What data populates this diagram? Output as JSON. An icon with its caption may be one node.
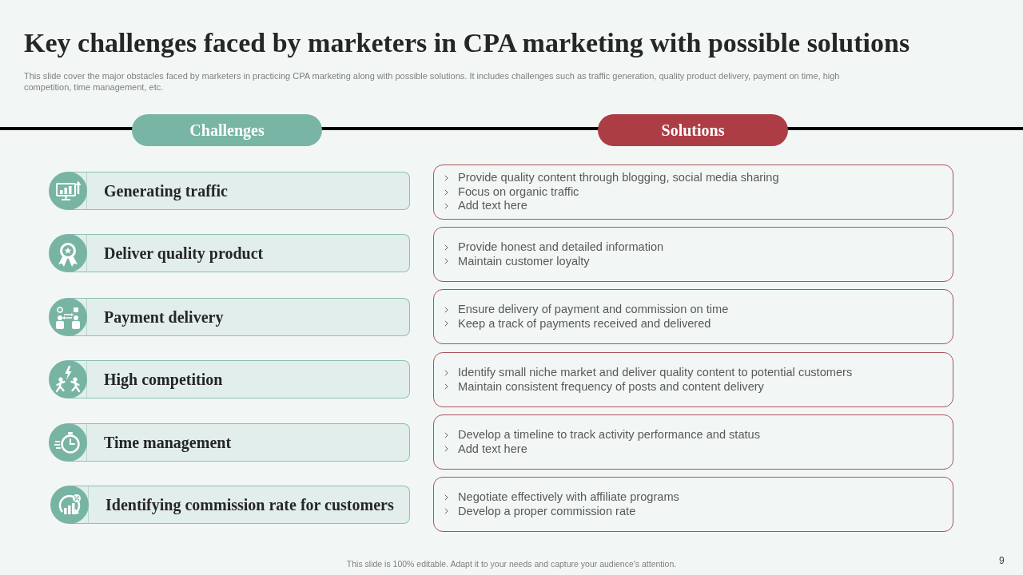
{
  "diagram": {
    "title": "Key challenges faced by marketers in CPA marketing with possible solutions",
    "nodes": [
      {
        "text": [
          "Challenges"
        ]
      },
      {
        "text": [
          "Solutions"
        ]
      },
      {
        "text": [
          "Generating traffic"
        ]
      },
      {
        "text": [
          "Provide quality content through blogging, social media sharing",
          "Focus on organic traffic",
          "Add text here"
        ]
      },
      {
        "text": [
          "Deliver quality product"
        ]
      },
      {
        "text": [
          "Provide honest and detailed information",
          "Maintain customer loyalty"
        ]
      },
      {
        "text": [
          "Payment delivery"
        ]
      },
      {
        "text": [
          "Ensure delivery of payment and commission on time",
          "Keep a track of payments received and delivered"
        ]
      },
      {
        "text": [
          "High competition"
        ]
      },
      {
        "text": [
          "Identify small niche market and deliver quality content to potential customers",
          "Maintain consistent frequency of posts and content delivery"
        ]
      },
      {
        "text": [
          "Time management"
        ]
      },
      {
        "text": [
          "Develop a timeline to track activity performance and status",
          "Add text here"
        ]
      },
      {
        "text": [
          "Identifying commission rate for customers"
        ]
      },
      {
        "text": [
          "Negotiate effectively with affiliate programs",
          "Develop a proper commission rate"
        ]
      }
    ],
    "labels": [
      "This slide cover the major obstacles faced by marketers in practicing CPA marketing along with possible solutions. It includes challenges such as traffic generation, quality product delivery, payment on time, high competition, time management, etc.",
      "This slide is 100% editable. Adapt it to your needs and capture your audience's attention.",
      "9"
    ]
  }
}
